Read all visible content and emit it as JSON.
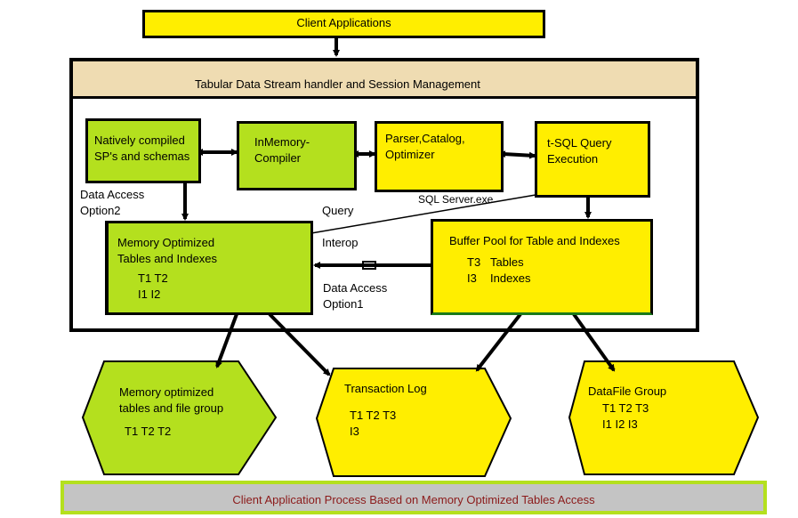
{
  "colors": {
    "yellow": "#ffee00",
    "green": "#b4e01e",
    "header_beige": "#efdcb2",
    "footer_gray": "#c4c4c4",
    "footer_border": "#b4e01e",
    "footer_text": "#8b1a1a"
  },
  "boxes": {
    "client_applications": "Client Applications",
    "tds_handler": "Tabular Data Stream handler and Session Management",
    "native_sp": [
      "Natively compiled",
      "SP's and schemas"
    ],
    "inmemory_compiler": [
      "InMemory-",
      "Compiler"
    ],
    "parser": [
      "Parser,Catalog,",
      "Optimizer"
    ],
    "tsql_execution": [
      "t-SQL Query",
      "Execution"
    ],
    "sqlserver_exe": "SQL Server.exe",
    "mem_opt_tables": {
      "title": [
        "Memory Optimized",
        "Tables and Indexes"
      ],
      "lines": [
        "T1 T2",
        "I1 I2"
      ]
    },
    "buffer_pool": {
      "title": "Buffer Pool for Table and Indexes",
      "rows": [
        {
          "id": "T3",
          "label": "Tables"
        },
        {
          "id": "I3",
          "label": "Indexes"
        }
      ]
    }
  },
  "connector_labels": {
    "data_access_option2": [
      "Data Access",
      "Option2"
    ],
    "query_interop": [
      "Query",
      "Interop"
    ],
    "data_access_option1": [
      "Data Access",
      "Option1"
    ]
  },
  "storage": {
    "mem_opt_filegroup": {
      "title": [
        "Memory optimized",
        "tables and file group"
      ],
      "lines": [
        "T1 T2 T2"
      ]
    },
    "transaction_log": {
      "title": [
        "Transaction Log"
      ],
      "lines": [
        "T1 T2 T3",
        "I3"
      ]
    },
    "datafile_group": {
      "title": [
        "DataFile Group"
      ],
      "lines": [
        "T1 T2 T3",
        "I1 I2 I3"
      ]
    }
  },
  "footer": "Client Application Process Based on Memory Optimized Tables Access"
}
